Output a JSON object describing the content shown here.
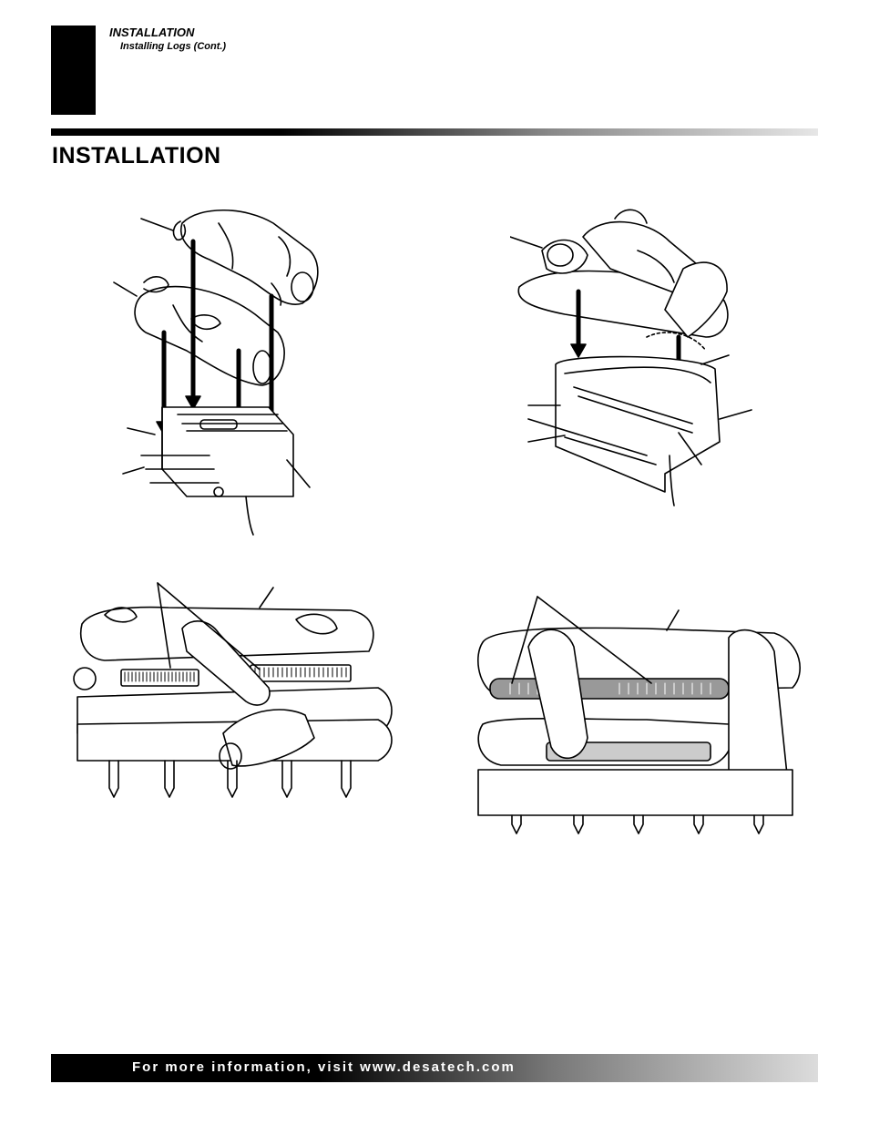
{
  "header": {
    "section": "INSTALLATION",
    "subsection": "Installing Logs (Cont.)"
  },
  "page_title": "INSTALLATION",
  "footer": {
    "text": "For more information, visit www.desatech.com"
  }
}
